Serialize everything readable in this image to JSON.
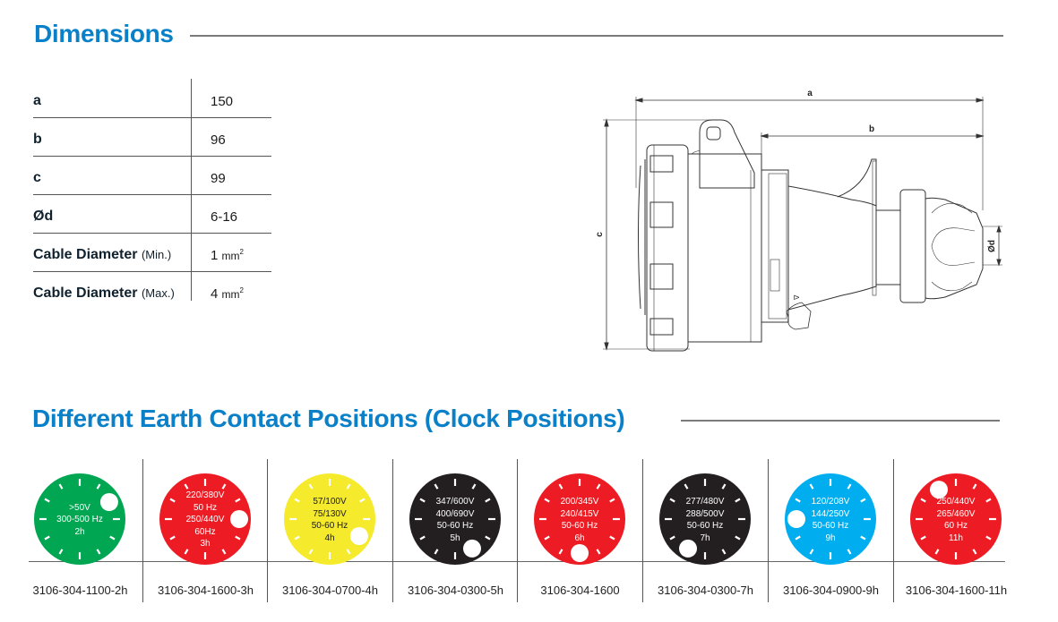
{
  "dimensions": {
    "title": "Dimensions",
    "rows": [
      {
        "label": "a",
        "label_note": "",
        "value": "150",
        "unit": "",
        "sup": ""
      },
      {
        "label": "b",
        "label_note": "",
        "value": "96",
        "unit": "",
        "sup": ""
      },
      {
        "label": "c",
        "label_note": "",
        "value": "99",
        "unit": "",
        "sup": ""
      },
      {
        "label": "Ød",
        "label_note": "",
        "value": "6-16",
        "unit": "",
        "sup": ""
      },
      {
        "label": "Cable Diameter",
        "label_note": "(Min.)",
        "value": "1",
        "unit": "mm",
        "sup": "2"
      },
      {
        "label": "Cable Diameter",
        "label_note": "(Max.)",
        "value": "4",
        "unit": "mm",
        "sup": "2"
      }
    ],
    "drawing": {
      "labels": {
        "a": "a",
        "b": "b",
        "c": "c",
        "d": "Ød"
      }
    }
  },
  "clock_positions": {
    "title": "Different Earth Contact Positions (Clock Positions)",
    "items": [
      {
        "lines": [
          ">50V",
          "300-500 Hz",
          "2h"
        ],
        "hour": 2,
        "color": "#00a651",
        "text_color": "#ffffff",
        "part_number": "3106-304-1100-2h"
      },
      {
        "lines": [
          "220/380V",
          "50 Hz",
          "250/440V",
          "60Hz",
          "3h"
        ],
        "hour": 3,
        "color": "#ed1c24",
        "text_color": "#ffffff",
        "part_number": "3106-304-1600-3h"
      },
      {
        "lines": [
          "57/100V",
          "75/130V",
          "50-60 Hz",
          "4h"
        ],
        "hour": 4,
        "color": "#f5ea2c",
        "text_color": "#1a1a1a",
        "part_number": "3106-304-0700-4h"
      },
      {
        "lines": [
          "347/600V",
          "400/690V",
          "50-60 Hz",
          "5h"
        ],
        "hour": 5,
        "color": "#231f20",
        "text_color": "#ffffff",
        "part_number": "3106-304-0300-5h"
      },
      {
        "lines": [
          "200/345V",
          "240/415V",
          "50-60 Hz",
          "6h"
        ],
        "hour": 6,
        "color": "#ed1c24",
        "text_color": "#ffffff",
        "part_number": "3106-304-1600"
      },
      {
        "lines": [
          "277/480V",
          "288/500V",
          "50-60 Hz",
          "7h"
        ],
        "hour": 7,
        "color": "#231f20",
        "text_color": "#ffffff",
        "part_number": "3106-304-0300-7h"
      },
      {
        "lines": [
          "120/208V",
          "144/250V",
          "50-60 Hz",
          "9h"
        ],
        "hour": 9,
        "color": "#00aeef",
        "text_color": "#ffffff",
        "part_number": "3106-304-0900-9h"
      },
      {
        "lines": [
          "250/440V",
          "265/460V",
          "60 Hz",
          "11h"
        ],
        "hour": 11,
        "color": "#ed1c24",
        "text_color": "#ffffff",
        "part_number": "3106-304-1600-11h"
      }
    ]
  },
  "colors": {
    "title_blue": "#0a80c8",
    "rule_gray": "#7a7a7a"
  }
}
